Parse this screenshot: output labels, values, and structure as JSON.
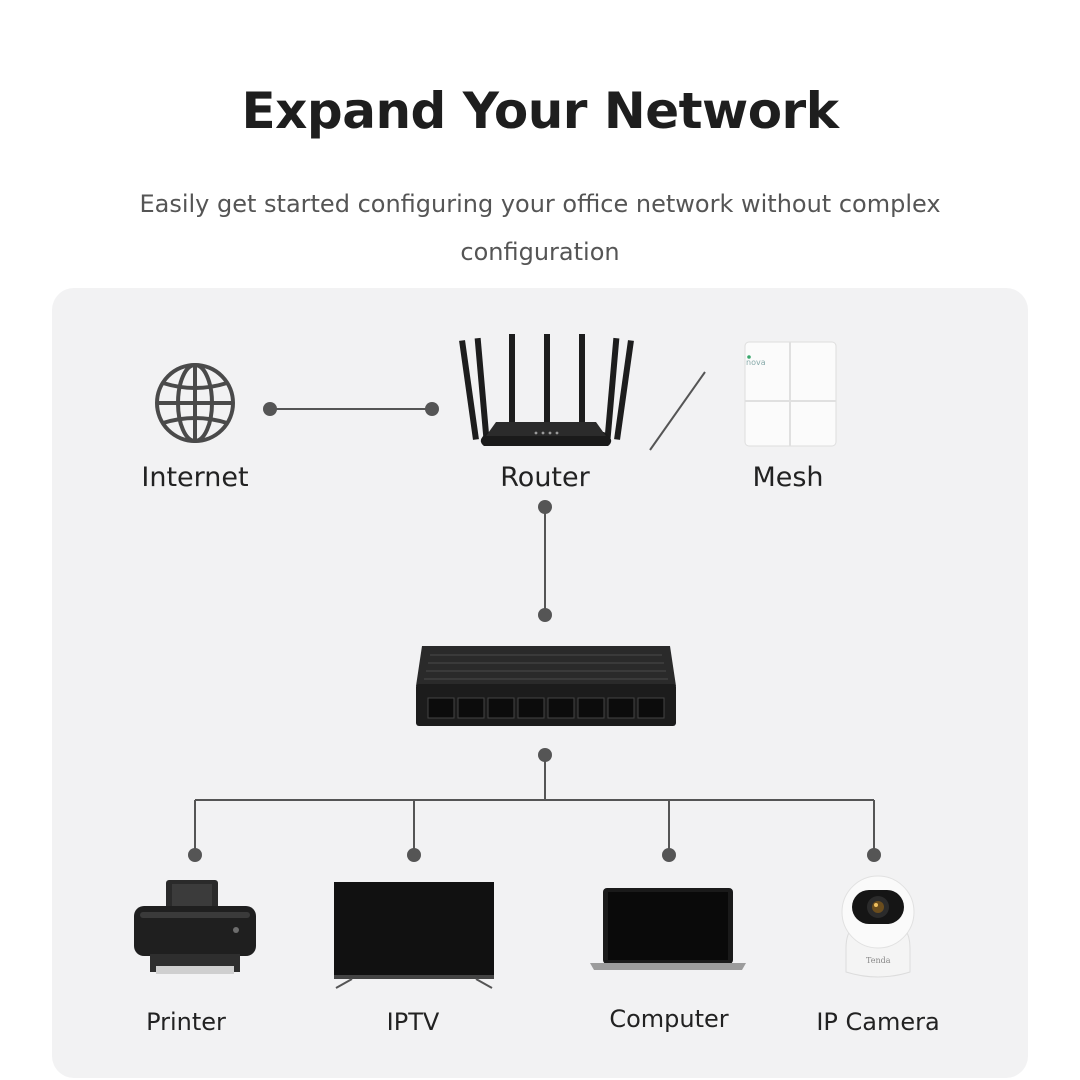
{
  "header": {
    "title": "Expand Your Network",
    "subtitle": "Easily get started configuring your office network without complex configuration"
  },
  "nodes": {
    "internet": "Internet",
    "router": "Router",
    "mesh": "Mesh",
    "printer": "Printer",
    "iptv": "IPTV",
    "computer": "Computer",
    "ip_camera": "IP Camera"
  },
  "product_marks": {
    "mesh_logo": "nova",
    "camera_logo": "Tenda"
  },
  "colors": {
    "panel_bg": "#f2f2f3",
    "connector": "#555555",
    "device_dark": "#1f1f1f",
    "title": "#1e1e1e"
  },
  "icons": [
    "globe-icon",
    "router-icon",
    "mesh-node-icon",
    "switch-icon",
    "printer-icon",
    "tv-icon",
    "laptop-icon",
    "ip-camera-icon"
  ]
}
